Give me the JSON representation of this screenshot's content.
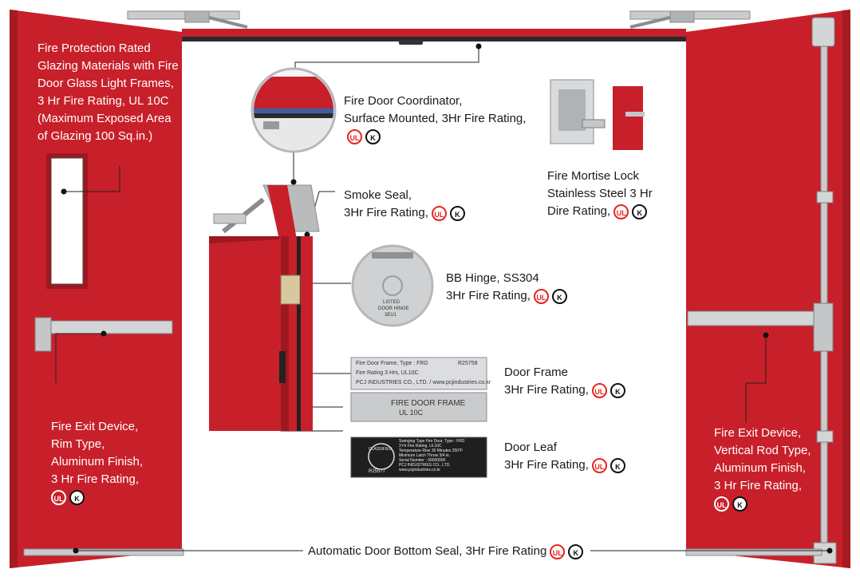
{
  "labels": {
    "glazing": [
      "Fire Protection Rated",
      "Glazing Materials with Fire",
      "Door Glass Light Frames,",
      "3 Hr Fire Rating, UL 10C",
      "(Maximum Exposed Area",
      "of Glazing 100 Sq.in.)"
    ],
    "coordinator": [
      "Fire Door Coordinator,",
      "Surface Mounted, 3Hr Fire Rating,"
    ],
    "mortise": [
      "Fire Mortise Lock",
      "Stainless Steel 3 Hr",
      "Dire Rating,"
    ],
    "smoke_seal": [
      "Smoke Seal,",
      "3Hr Fire Rating,"
    ],
    "hinge": [
      "BB Hinge, SS304",
      "3Hr Fire Rating,"
    ],
    "door_frame": [
      "Door Frame",
      "3Hr Fire Rating,"
    ],
    "door_leaf": [
      "Door Leaf",
      "3Hr Fire Rating,"
    ],
    "exit_rim": [
      "Fire Exit Device,",
      "Rim Type,",
      "Aluminum Finish,",
      "3 Hr Fire Rating,"
    ],
    "exit_rod": [
      "Fire Exit Device,",
      "Vertical Rod Type,",
      "Aluminum Finish,",
      "3 Hr Fire Rating,"
    ],
    "bottom_seal": "Automatic Door Bottom Seal, 3Hr Fire Rating"
  },
  "marks": {
    "ul": "UL",
    "kc": "K"
  },
  "plates": {
    "frame_top_left": "Fire Door Frame, Type : FRD",
    "frame_top_right": "R25758",
    "frame_mid": "Fire Rating 3 Hrs, UL10C",
    "frame_bottom": "PCJ INDUSTRIES CO., LTD. / www.pcjindustries.co.kr",
    "stamp": "FIRE DOOR FRAME",
    "stamp2": "UL 10C",
    "leaf_classified": "CLASSIFIED",
    "leaf_code": "R25577",
    "leaf_lines": [
      "Swinging Type Fire Door, Type : FRD",
      "3 Hr Fire Rating, UL10C",
      "Temperature Rise 30 Minutes 250°F",
      "Minimum Latch Throw 3/4 in.",
      "Serial Number : 00000000",
      "PCJ INDUSTRIES CO., LTD.",
      "www.pcjindustries.co.kr"
    ],
    "hinge_listed": "LISTED",
    "hinge_door": "DOOR HINGE",
    "hinge_code": "3EU1"
  },
  "colors": {
    "door_red": "#c8202a",
    "door_red_dark": "#9e1820",
    "frame_grey": "#b9bbbd",
    "ul_red": "#e5251f"
  }
}
